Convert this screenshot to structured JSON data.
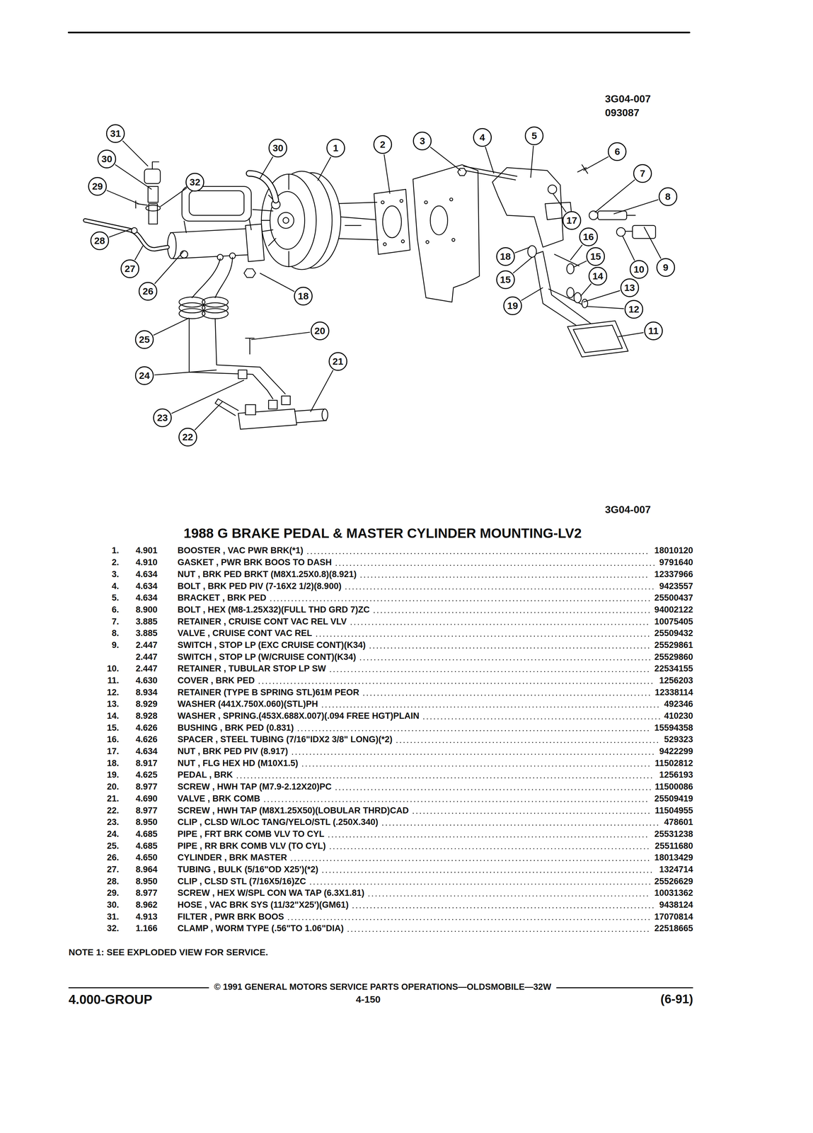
{
  "diagram": {
    "title": "1988 G BRAKE PEDAL & MASTER CYLINDER MOUNTING-LV2",
    "nodes": [
      {
        "text": [
          "31"
        ]
      },
      {
        "text": [
          "30"
        ]
      },
      {
        "text": [
          "1"
        ]
      },
      {
        "text": [
          "2"
        ]
      },
      {
        "text": [
          "3"
        ]
      },
      {
        "text": [
          "4"
        ]
      },
      {
        "text": [
          "5"
        ]
      },
      {
        "text": [
          "6"
        ]
      },
      {
        "text": [
          "30"
        ]
      },
      {
        "text": [
          "7"
        ]
      },
      {
        "text": [
          "32"
        ]
      },
      {
        "text": [
          "29"
        ]
      },
      {
        "text": [
          "8"
        ]
      },
      {
        "text": [
          "17"
        ]
      },
      {
        "text": [
          "16"
        ]
      },
      {
        "text": [
          "28"
        ]
      },
      {
        "text": [
          "18"
        ]
      },
      {
        "text": [
          "15"
        ]
      },
      {
        "text": [
          "9"
        ]
      },
      {
        "text": [
          "10"
        ]
      },
      {
        "text": [
          "27"
        ]
      },
      {
        "text": [
          "14"
        ]
      },
      {
        "text": [
          "15"
        ]
      },
      {
        "text": [
          "13"
        ]
      },
      {
        "text": [
          "26"
        ]
      },
      {
        "text": [
          "18"
        ]
      },
      {
        "text": [
          "19"
        ]
      },
      {
        "text": [
          "12"
        ]
      },
      {
        "text": [
          "20"
        ]
      },
      {
        "text": [
          "11"
        ]
      },
      {
        "text": [
          "25"
        ]
      },
      {
        "text": [
          "21"
        ]
      },
      {
        "text": [
          "24"
        ]
      },
      {
        "text": [
          "23"
        ]
      },
      {
        "text": [
          "22"
        ]
      }
    ],
    "labels": [
      "3G04-007",
      "093087",
      "3G04-007",
      "1.",
      "4.901",
      "BOOSTER , VAC PWR BRK(*1)",
      "18010120",
      "2.",
      "4.910",
      "GASKET , PWR BRK BOOS TO DASH",
      "9791640",
      "3.",
      "4.634",
      "NUT , BRK PED BRKT (M8X1.25X0.8)(8.921)",
      "12337966",
      "4.",
      "4.634",
      "BOLT , BRK PED PIV (7-16X2 1/2)(8.900)",
      "9423557",
      "5.",
      "4.634",
      "BRACKET , BRK PED",
      "25500437",
      "6.",
      "8.900",
      "BOLT , HEX (M8-1.25X32)(FULL THD GRD 7)ZC",
      "94002122",
      "7.",
      "3.885",
      "RETAINER , CRUISE CONT VAC REL VLV",
      "10075405",
      "8.",
      "3.885",
      "VALVE , CRUISE CONT VAC REL",
      "25509432",
      "9.",
      "2.447",
      "SWITCH , STOP LP (EXC CRUISE CONT)(K34)",
      "25529861",
      "2.447",
      "SWITCH , STOP LP (W/CRUISE CONT)(K34)",
      "25529860",
      "10.",
      "2.447",
      "RETAINER , TUBULAR STOP LP SW",
      "22534155",
      "11.",
      "4.630",
      "COVER , BRK PED",
      "1256203",
      "12.",
      "8.934",
      "RETAINER (TYPE B SPRING STL)61M PEOR",
      "12338114",
      "13.",
      "8.929",
      "WASHER (441X.750X.060)(STL)PH",
      "492346",
      "14.",
      "8.928",
      "WASHER , SPRING.(453X.688X.007)(.094 FREE HGT)PLAIN",
      "410230",
      "15.",
      "4.626",
      "BUSHING , BRK PED (0.831)",
      "15594358",
      "16.",
      "4.626",
      "SPACER , STEEL TUBING (7/16\"IDX2 3/8\" LONG)(*2)",
      "529323",
      "17.",
      "4.634",
      "NUT , BRK PED PIV (8.917)",
      "9422299",
      "18.",
      "8.917",
      "NUT , FLG HEX HD (M10X1.5)",
      "11502812",
      "19.",
      "4.625",
      "PEDAL , BRK",
      "1256193",
      "20.",
      "8.977",
      "SCREW , HWH TAP (M7.9-2.12X20)PC",
      "11500086",
      "21.",
      "4.690",
      "VALVE , BRK COMB",
      "25509419",
      "22.",
      "8.977",
      "SCREW , HWH TAP (M8X1.25X50)(LOBULAR THRD)CAD",
      "11504955",
      "23.",
      "8.950",
      "CLIP , CLSD W/LOC TANG/YELO/STL (.250X.340)",
      "478601",
      "24.",
      "4.685",
      "PIPE , FRT BRK COMB VLV TO CYL",
      "25531238",
      "25.",
      "4.685",
      "PIPE , RR BRK COMB VLV (TO CYL)",
      "25511680",
      "26.",
      "4.650",
      "CYLINDER , BRK MASTER",
      "18013429",
      "27.",
      "8.964",
      "TUBING , BULK (5/16\"OD X25')(*2)",
      "1324714",
      "28.",
      "8.950",
      "CLIP , CLSD STL (7/16X5/16)ZC",
      "25526629",
      "29.",
      "8.977",
      "SCREW , HEX W/SPL CON WA TAP (6.3X1.81)",
      "10031362",
      "30.",
      "8.962",
      "HOSE , VAC BRK SYS (11/32\"X25')(GM61)",
      "9438124",
      "31.",
      "4.913",
      "FILTER , PWR BRK BOOS",
      "17070814",
      "32.",
      "1.166",
      "CLAMP , WORM TYPE (.56\"TO 1.06\"DIA)",
      "22518665",
      "NOTE 1: SEE EXPLODED VIEW FOR SERVICE.",
      "© 1991 GENERAL MOTORS SERVICE PARTS OPERATIONS—OLDSMOBILE—32W",
      "4.000-GROUP",
      "4-150",
      "(6-91)"
    ]
  }
}
